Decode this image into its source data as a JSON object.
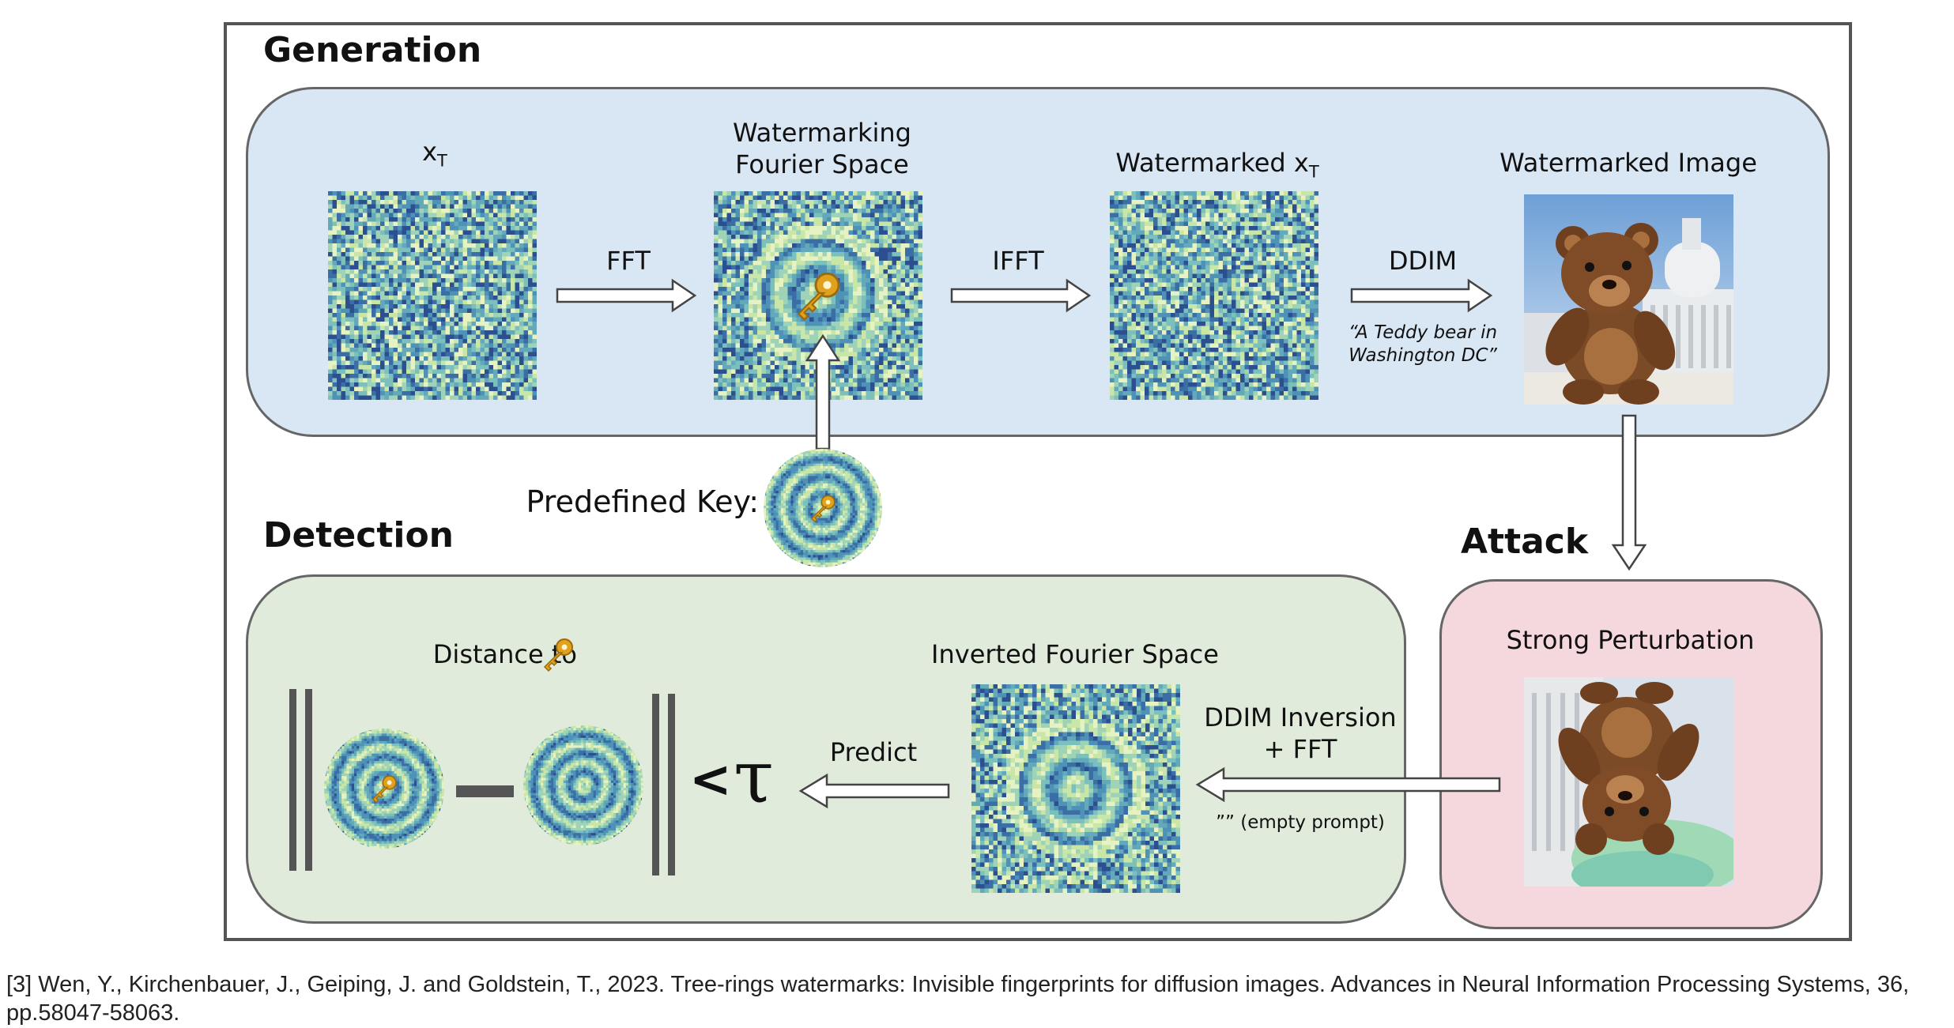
{
  "sections": {
    "generation": "Generation",
    "detection": "Detection",
    "attack": "Attack"
  },
  "generation": {
    "xt_label": "x",
    "xt_sub": "T",
    "fourier_label_line1": "Watermarking",
    "fourier_label_line2": "Fourier Space",
    "watermarked_xt_label": "Watermarked x",
    "watermarked_xt_sub": "T",
    "image_label": "Watermarked Image",
    "fft_label": "FFT",
    "ifft_label": "IFFT",
    "ddim_label": "DDIM",
    "prompt_line1": "“A Teddy bear in",
    "prompt_line2": "Washington DC”"
  },
  "key": {
    "label": "Predefined Key:",
    "icon": "key-icon"
  },
  "attack": {
    "label": "Strong Perturbation"
  },
  "detection": {
    "distance_label": "Distance to",
    "inverted_label": "Inverted Fourier Space",
    "inversion_line1": "DDIM Inversion",
    "inversion_line2": "+ FFT",
    "empty_prompt": "”” (empty prompt)",
    "predict_label": "Predict",
    "less_than": "<",
    "tau": "τ"
  },
  "colors": {
    "generation_bg": "#d9e6f4",
    "detection_bg": "#e1ebdc",
    "attack_bg": "#f4d8dd",
    "noise_dark": "#2c4f8f",
    "noise_light": "#c8e6a8",
    "key_gold": "#e0a21c"
  },
  "citation": {
    "text": "[3] Wen, Y., Kirchenbauer, J., Geiping, J. and Goldstein, T., 2023. Tree-rings watermarks: Invisible fingerprints for diffusion images. Advances in Neural Information Processing Systems, 36, pp.58047-58063."
  }
}
